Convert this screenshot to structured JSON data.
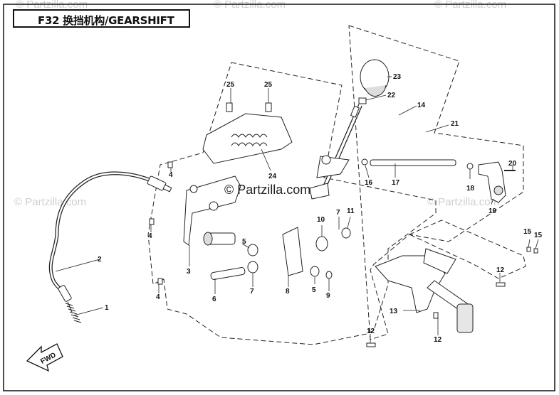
{
  "title": "F32 换挡机构/GEARSHIFT",
  "watermark": "© Partzilla.com",
  "center_watermark": "© Partzilla.com",
  "fwd_label": "FWD",
  "callouts": [
    "1",
    "2",
    "3",
    "4",
    "4",
    "4",
    "5",
    "5",
    "6",
    "7",
    "7",
    "8",
    "9",
    "10",
    "11",
    "12",
    "12",
    "12",
    "13",
    "14",
    "15",
    "15",
    "16",
    "17",
    "18",
    "19",
    "20",
    "21",
    "22",
    "23",
    "24",
    "25",
    "25"
  ]
}
